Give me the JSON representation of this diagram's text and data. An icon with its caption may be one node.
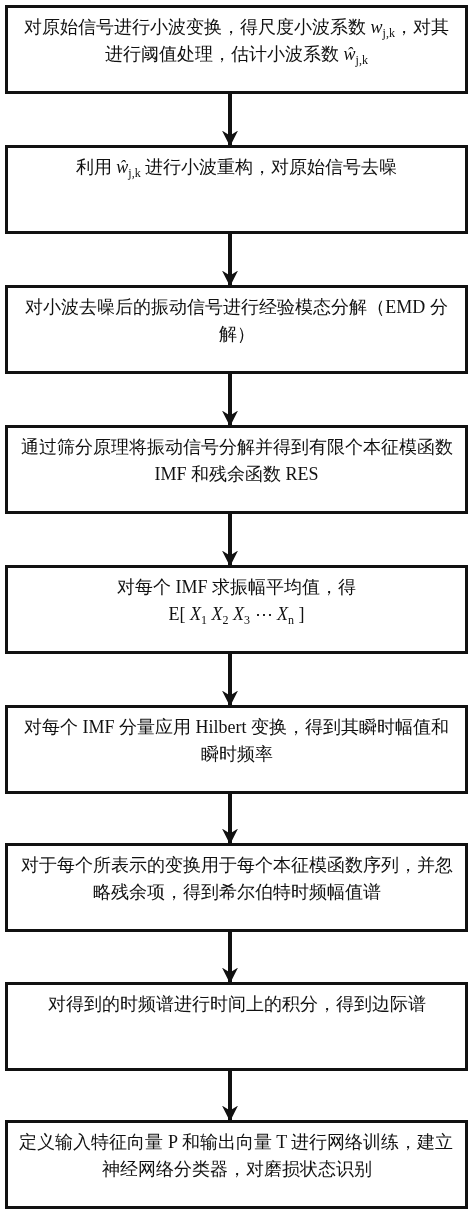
{
  "diagram": {
    "nodes": [
      {
        "text": [
          "对原始信号进行小波变换，得尺度小波系数 *w*$_{j,k}$，对其进行阈值处理，估计小波系数 *ŵ*$_{j,k}$"
        ]
      },
      {
        "text": [
          "利用 *ŵ*$_{j,k}$ 进行小波重构，对原始信号去噪"
        ]
      },
      {
        "text": [
          "对小波去噪后的振动信号进行经验模态分解（EMD 分解）"
        ]
      },
      {
        "text": [
          "通过筛分原理将振动信号分解并得到有限个本征模函数 IMF 和残余函数 RES"
        ]
      },
      {
        "text": [
          "对每个 IMF 求振幅平均值，得",
          "E[ *X*$_{1}$ *X*$_{2}$ *X*$_{3}$ ⋯ *X*$_{n}$ ]"
        ]
      },
      {
        "text": [
          "对每个 IMF 分量应用 Hilbert 变换，得到其瞬时幅值和瞬时频率"
        ]
      },
      {
        "text": [
          "对于每个所表示的变换用于每个本征模函数序列，并忽略残余项，得到希尔伯特时频幅值谱"
        ]
      },
      {
        "text": [
          "对得到的时频谱进行时间上的积分，得到边际谱"
        ]
      },
      {
        "text": [
          "定义输入特征向量 P 和输出向量 T 进行网络训练，建立神经网络分类器，对磨损状态识别"
        ]
      }
    ],
    "edges": [
      {
        "from": 0,
        "to": 1,
        "arrow": "to"
      },
      {
        "from": 1,
        "to": 2,
        "arrow": "to"
      },
      {
        "from": 2,
        "to": 3,
        "arrow": "to"
      },
      {
        "from": 3,
        "to": 4,
        "arrow": "to"
      },
      {
        "from": 4,
        "to": 5,
        "arrow": "to"
      },
      {
        "from": 5,
        "to": 6,
        "arrow": "to"
      },
      {
        "from": 6,
        "to": 7,
        "arrow": "to"
      },
      {
        "from": 7,
        "to": 8,
        "arrow": "to"
      }
    ]
  }
}
